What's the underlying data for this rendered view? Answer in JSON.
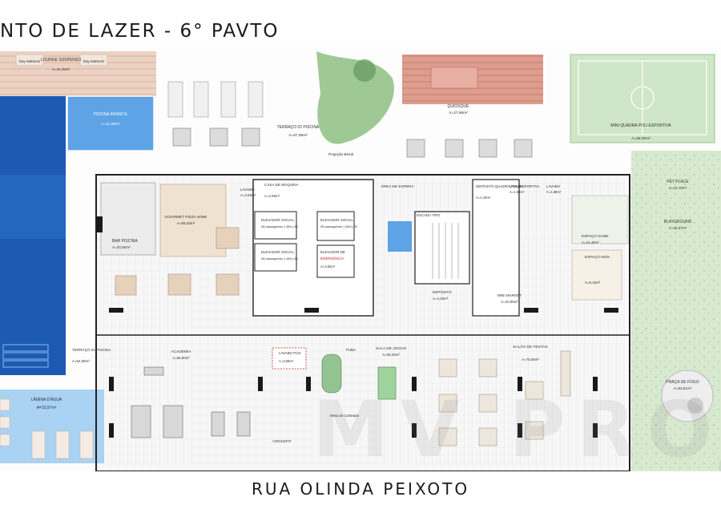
{
  "title": "NTO DE LAZER - 6° PAVTO",
  "street": "RUA OLINDA PEIXOTO",
  "watermark": "MV PROJETO",
  "colors": {
    "pool": "#1d5bb3",
    "pool_light": "#5da3e6",
    "deck": "#e9c9b8",
    "deck_red": "#d98b7e",
    "lawn": "#cfe6c8",
    "lawn_dark": "#6a9d63",
    "wall": "#222222",
    "floor": "#f4f4f4"
  },
  "rooms": {
    "lounge": {
      "name": "LOUNGE SUSPENSO",
      "area": "A=24,45m²"
    },
    "day_mattress_left": "Day Mattress",
    "day_mattress_right": "Day Mattress",
    "piscina_infantil": {
      "name": "PISCINA INFANTIL",
      "area": "A=11,00m²"
    },
    "quiosque": {
      "name": "QUIOSQUE",
      "area": "A=27,96m²"
    },
    "mini_quadra": {
      "name": "MINI QUADRA POLI ESPORTIVA",
      "area": "A=58,00m²"
    },
    "terraco02": {
      "name": "TERRAÇO 02 PISCINA",
      "area": "A=87,98m²"
    },
    "projecao_beiral": "Projeção Beiral",
    "gourmet": {
      "name": "GOURMET PIZZA WINE",
      "area": "A=55,53m²"
    },
    "bar_piscina": {
      "name": "BAR PISCINA",
      "area": "A=20,50m²"
    },
    "lavabo1": {
      "name": "LAVABO",
      "area": "A=2,55m²"
    },
    "casa_maquina": {
      "name": "CASA DE MÁQUINA",
      "area": "A=2,90m²"
    },
    "elevador_social1": {
      "name": "ELEVADOR SOCIAL",
      "spec": "08 passageiros 1,80x1,80"
    },
    "elevador_social2": {
      "name": "ELEVADOR SOCIAL",
      "spec": "08 passageiros 1,80x1,80"
    },
    "elevador_social3": {
      "name": "ELEVADOR SOCIAL",
      "spec": "08 passageiros 1,80x1,80"
    },
    "elevador_emergencia": {
      "name": "ELEVADOR DE",
      "name2": "EMERGÊNCIA",
      "area": "A=3,62m²"
    },
    "area_espera": "ÁREA DE ESPERA",
    "escada": "ESCADA TIPO",
    "deposito1": {
      "name": "DEPÓSITO",
      "area": "A=4,26m²"
    },
    "deposito_quadra": {
      "name": "DEPÓSITO QUADRA POLI ESPORTIVA",
      "area": "A=2,16m²"
    },
    "lavabo2": {
      "name": "LAVABO",
      "area": "A=1,98m²"
    },
    "lavabo3": {
      "name": "LAVABO",
      "area": "A=1,98m²"
    },
    "mini_market": {
      "name": "MINI MARKET",
      "area": "A=20,95m²"
    },
    "espaco_game": {
      "name": "ESPAÇO GAME",
      "area": "A=15,40m²"
    },
    "espaco_kids": {
      "name": "ESPAÇO KIDS",
      "area": "A=9,10m²"
    },
    "pet_place": {
      "name": "PET PLACE",
      "area": "A=15,70m²"
    },
    "playground": {
      "name": "PLAYGROUND",
      "area": "A=30,47m²"
    },
    "terraco01": {
      "name": "TERRAÇO 01 PISCINA",
      "area": "A=54,05m²"
    },
    "academia": {
      "name": "ACADEMIA",
      "area": "A=66,90m²"
    },
    "lavabo_pcd": {
      "name": "LAVABO PCD",
      "area": "A=3,55m²"
    },
    "sala_jogos": {
      "name": "SALA DE JOGOS",
      "area": "A=38,25m²"
    },
    "salao_festas": {
      "name": "SALÃO DE FESTAS",
      "area": "A=70,05m²"
    },
    "praca_fogo": {
      "name": "PRAÇA DE FOGO",
      "area": "A=83,81m²"
    },
    "lamina_agua": {
      "name": "LÂMINA D'ÁGUA",
      "area": "A=33,97m²"
    },
    "crossfit": "CROSSFIT",
    "poker": "Poker",
    "mesa_carteado": "Mesa de Carteado"
  }
}
